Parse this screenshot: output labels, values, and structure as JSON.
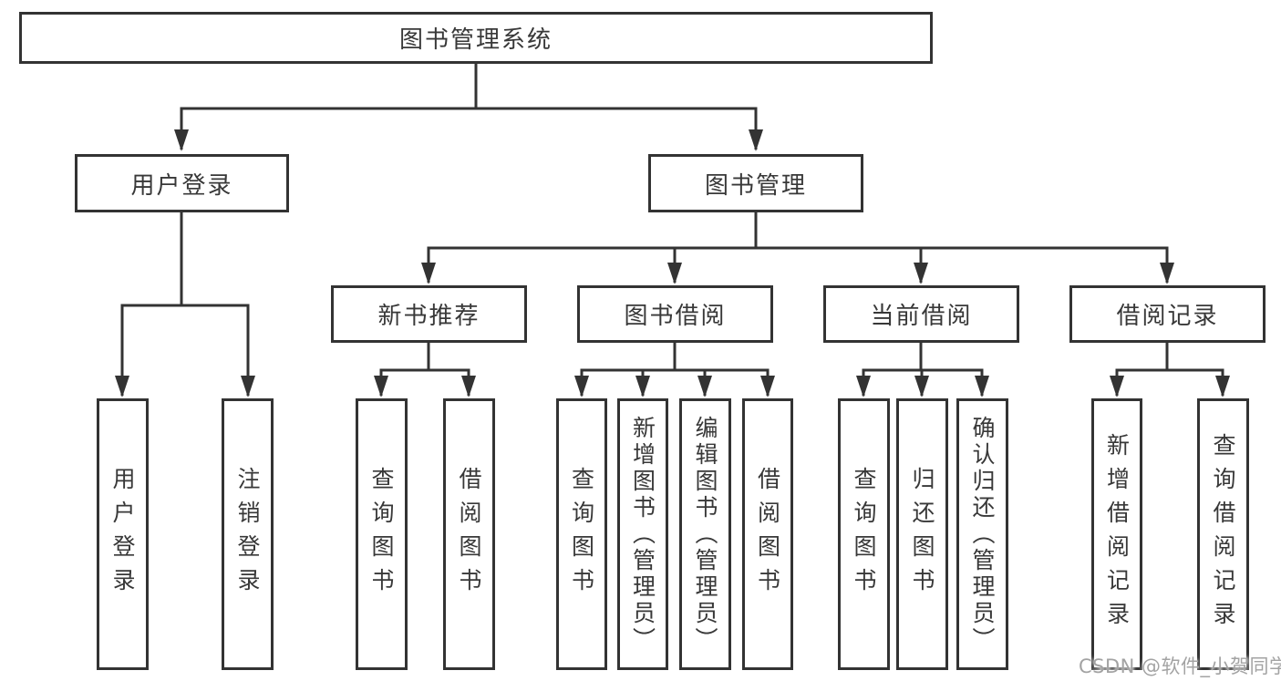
{
  "tree": {
    "root": "图书管理系统",
    "branches": [
      {
        "label": "用户登录",
        "children": [
          "用户登录",
          "注销登录"
        ]
      },
      {
        "label": "图书管理",
        "sections": [
          {
            "label": "新书推荐",
            "children": [
              "查询图书",
              "借阅图书"
            ]
          },
          {
            "label": "图书借阅",
            "children": [
              "查询图书",
              "新增图书（管理员）",
              "编辑图书（管理员）",
              "借阅图书"
            ]
          },
          {
            "label": "当前借阅",
            "children": [
              "查询图书",
              "归还图书",
              "确认归还（管理员）"
            ]
          },
          {
            "label": "借阅记录",
            "children": [
              "新增借阅记录",
              "查询借阅记录"
            ]
          }
        ]
      }
    ]
  },
  "watermark": "CSDN @软件_小贺同学",
  "colors": {
    "line": "#333333",
    "text": "#383838",
    "watermark": "#a3a3a3",
    "background": "#ffffff"
  }
}
